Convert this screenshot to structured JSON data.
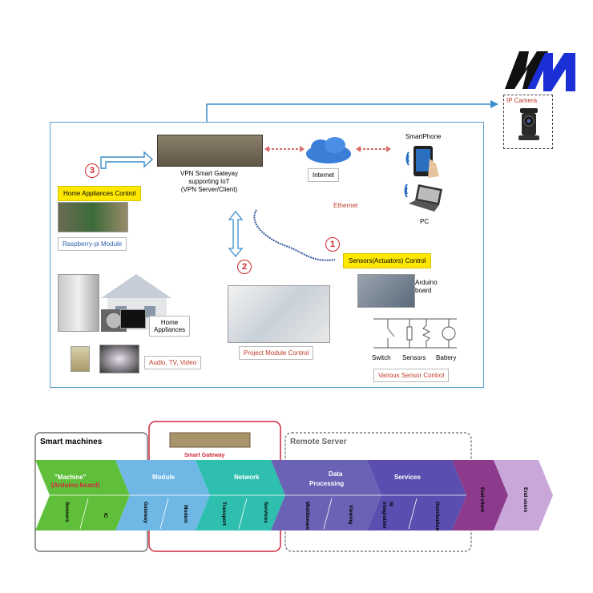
{
  "top": {
    "ip_camera": "IP Camera",
    "gateway_label": [
      "VPN Smart Gateyay",
      "supporting IoT",
      "(VPN Server/Client)"
    ],
    "internet": "Internet",
    "smartphone": "SmartPhone",
    "pc": "PC",
    "ethernet": "Ethernet",
    "home_appliances_control": "Home Appliances Control",
    "raspberry": "Raspberry-pi Module",
    "sensors_control": "Sensors(Actuators) Control",
    "arduino": [
      "Arduino",
      "board"
    ],
    "home_appliances": [
      "Home",
      "Appliances"
    ],
    "audio_tv": "Audio, TV, Video",
    "project_module": "Project Module Control",
    "switch": "Switch",
    "sensors": "Sensors",
    "battery": "Battery",
    "various_sensor": "Various Sensor Control",
    "num1": "1",
    "num2": "2",
    "num3": "3"
  },
  "bottom": {
    "smart_machines": "Smart machines",
    "smart_gateway": "Smart Gateway",
    "remote_server": "Remote Server",
    "machine": "\"Machine\"",
    "arduino_board": "(Arduino board)",
    "sensors": "Sensors",
    "ic": "IC",
    "module": "Module",
    "gateway": "Gateway",
    "modem": "Modem",
    "network": "Network",
    "transport": "Transport",
    "services_sub": "Services",
    "data": "Data",
    "processing": "Processing",
    "middleware": "Middleware",
    "viewing": "Viewing",
    "services": "Services",
    "it_integration": [
      "IS",
      "integration"
    ],
    "distribution": "Distribution",
    "end_client": "End client",
    "end_users": "End users"
  },
  "colors": {
    "frame": "#5aa0cf",
    "yellow": "#ffe800",
    "green": "#5fbf3a",
    "lightblue": "#6fb8e6",
    "teal": "#2fbfae",
    "purple_blue": "#6a63b5",
    "violet": "#7d4fa8",
    "magenta": "#8c3b8c",
    "lavender": "#c9a7d9"
  }
}
